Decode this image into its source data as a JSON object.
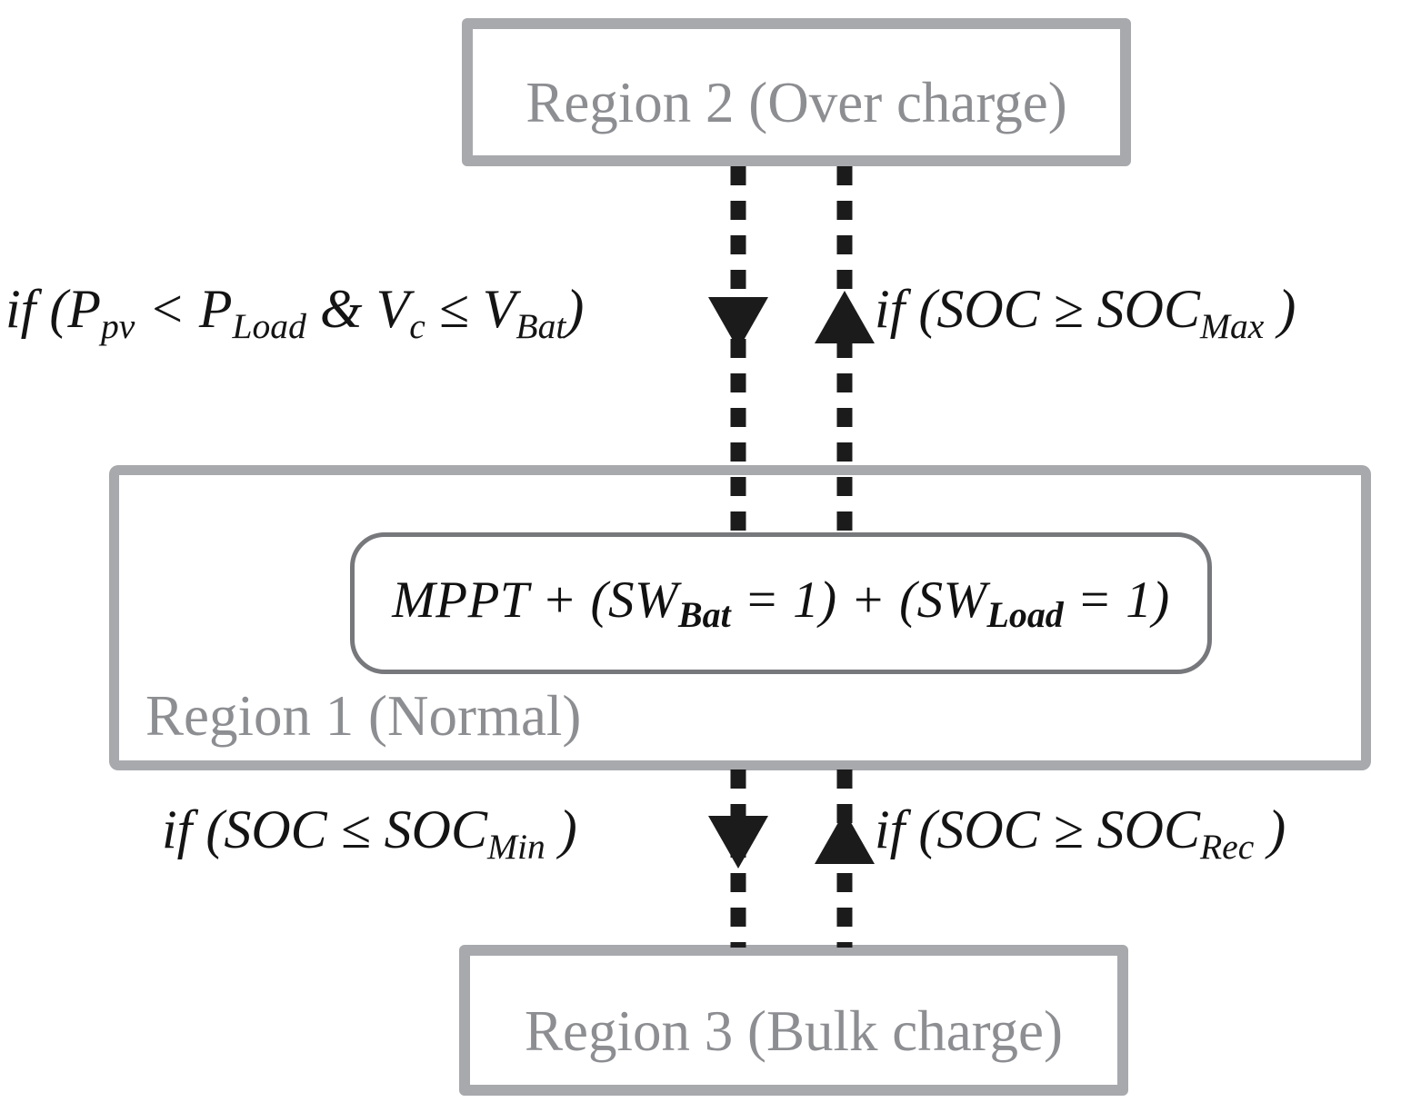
{
  "diagram": {
    "title": "PV battery charge controller region state transition diagram",
    "colors": {
      "region_border": "#a8a9ad",
      "region_label_text": "#8d8e92",
      "inner_box_border": "#77787c",
      "arrow": "#1b1b1b",
      "condition_text": "#141414",
      "background": "#ffffff"
    }
  },
  "regions": {
    "region2": {
      "label": "Region 2 (Over charge)",
      "name": "Region 2",
      "mode": "Over charge"
    },
    "region1": {
      "label": "Region 1 (Normal)",
      "name": "Region 1",
      "mode": "Normal",
      "inner_box": {
        "full_text": "MPPT + (SWBat = 1) + (SWLoad = 1)",
        "parts": {
          "mppt": "MPPT",
          "plus1": " + (",
          "sw1": "SW",
          "sw1_sub": "Bat",
          "eq1": " = 1) + (",
          "sw2": "SW",
          "sw2_sub": "Load",
          "eq2": " = 1)"
        }
      }
    },
    "region3": {
      "label": "Region 3 (Bulk charge)",
      "name": "Region 3",
      "mode": "Bulk charge"
    }
  },
  "transitions": {
    "r2_to_r1": {
      "direction": "down",
      "condition_text": "if (Ppv < PLoad &  Vc ≤ VBat)",
      "parts": {
        "if_open": "if (",
        "p1": "P",
        "p1_sub": "pv",
        "lt": " < ",
        "p2": "P",
        "p2_sub": "Load",
        "amp": " & ",
        "v1": "V",
        "v1_sub": "c",
        "le": " ≤ ",
        "v2": "V",
        "v2_sub": "Bat",
        "close": ")"
      }
    },
    "r1_to_r2": {
      "direction": "up",
      "condition_text": "if (SOC ≥ SOCMax )",
      "parts": {
        "if_open": "if (",
        "lhs": "SOC",
        "op": " ≥ ",
        "rhs": "SOC",
        "rhs_sub": "Max",
        "close": " )"
      }
    },
    "r1_to_r3": {
      "direction": "down",
      "condition_text": "if (SOC ≤ SOCMin )",
      "parts": {
        "if_open": "if (",
        "lhs": "SOC",
        "op": " ≤ ",
        "rhs": "SOC",
        "rhs_sub": "Min",
        "close": " )"
      }
    },
    "r3_to_r1": {
      "direction": "up",
      "condition_text": "if (SOC ≥ SOCRec )",
      "parts": {
        "if_open": "if (",
        "lhs": "SOC",
        "op": " ≥ ",
        "rhs": "SOC",
        "rhs_sub": "Rec",
        "close": " )"
      }
    }
  }
}
